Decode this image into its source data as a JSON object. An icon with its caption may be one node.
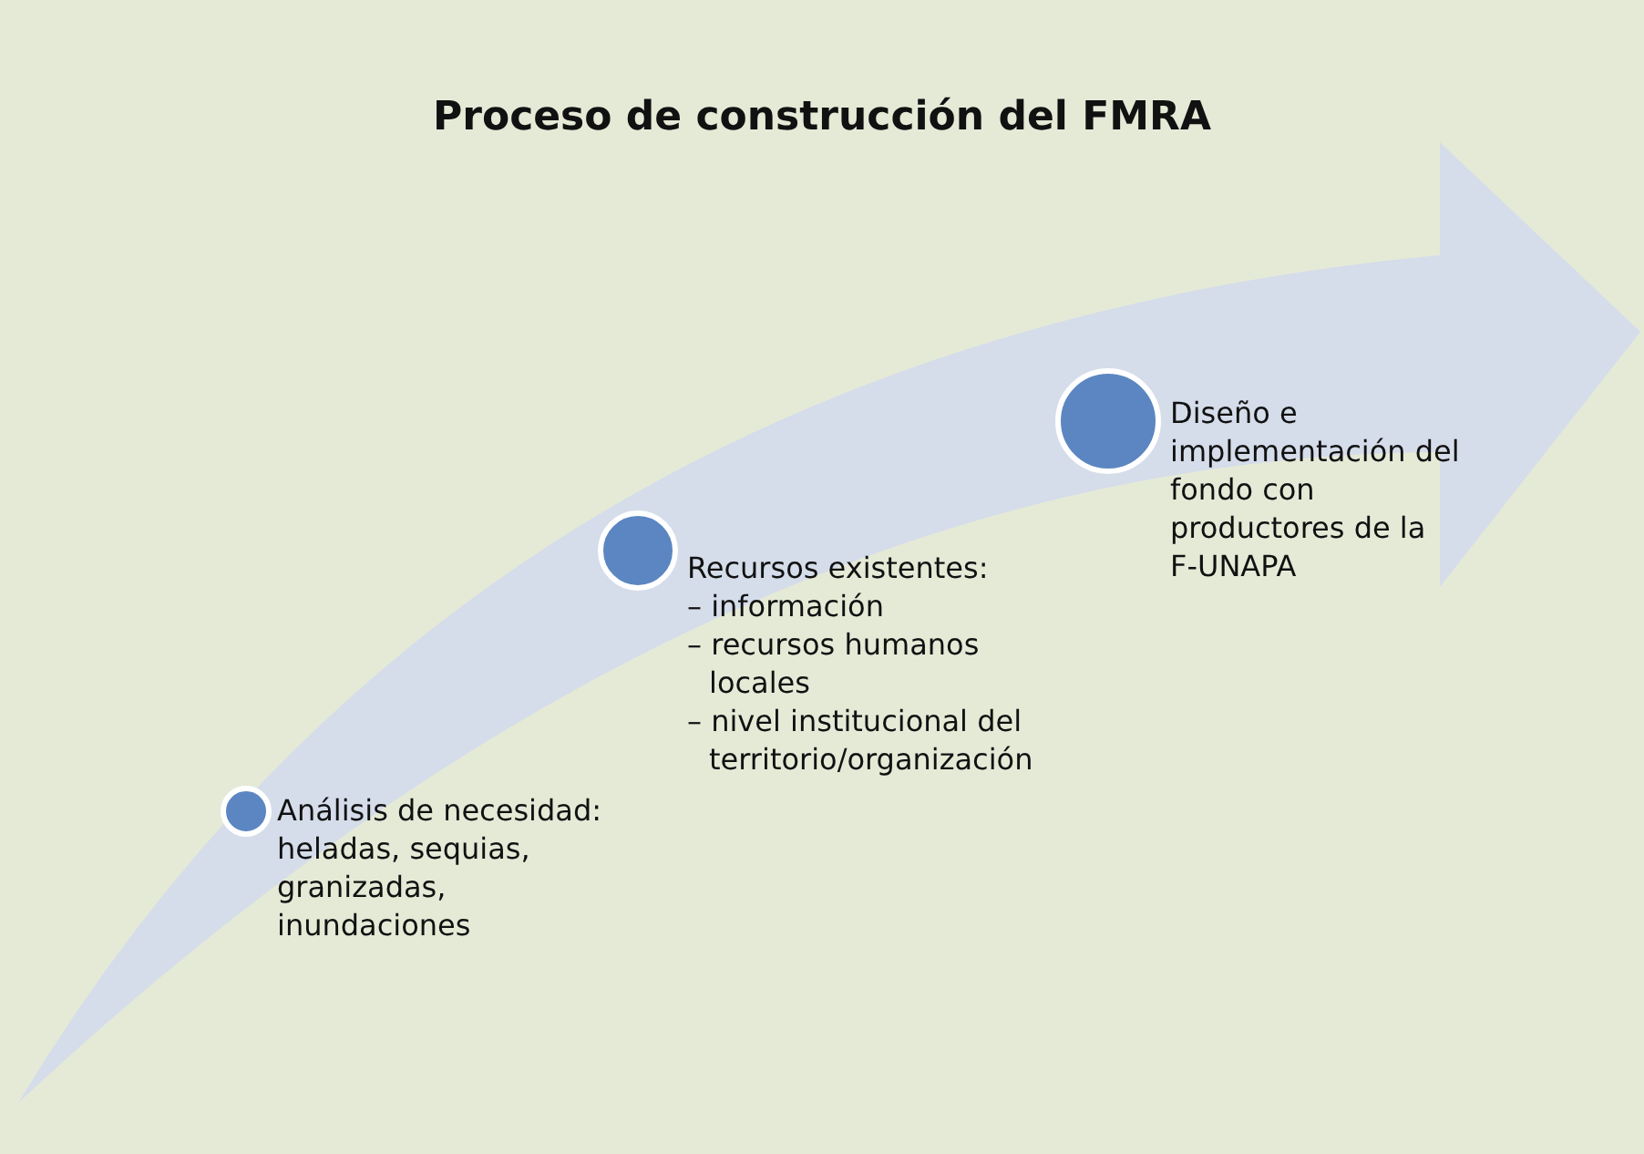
{
  "diagram": {
    "title": "Proceso de construcción del FMRA",
    "nodes": [
      {
        "text": [],
        "shape": "circle",
        "beside": [
          "Análisis de necesidad: heladas, sequias, granizadas, inundaciones"
        ]
      },
      {
        "text": [],
        "shape": "circle",
        "beside": [
          "Recursos existentes:",
          "– información",
          "– recursos humanos locales",
          "– nivel institucional del territorio/organización"
        ]
      },
      {
        "text": [],
        "shape": "circle",
        "beside": [
          "Diseño e implementación del fondo con productores de la F-UNAPA"
        ]
      }
    ],
    "edges": []
  }
}
